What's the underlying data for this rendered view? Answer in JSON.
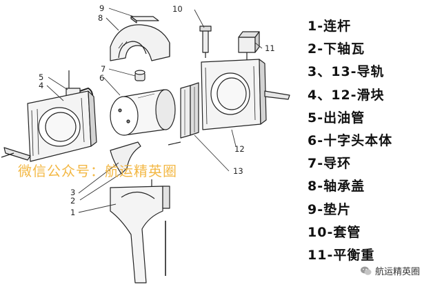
{
  "legend": [
    "1-连杆",
    "2-下轴瓦",
    "3、13-导轨",
    "4、12-滑块",
    "5-出油管",
    "6-十字头本体",
    "7-导环",
    "8-轴承盖",
    "9-垫片",
    "10-套管",
    "11-平衡重"
  ],
  "callouts": [
    "9",
    "8",
    "10",
    "11",
    "7",
    "6",
    "5",
    "4",
    "3",
    "2",
    "1",
    "12",
    "13"
  ],
  "watermark": "微信公众号：航运精英圈",
  "brand": "航运精英圈",
  "icons": {
    "brand": "wechat-icon"
  }
}
